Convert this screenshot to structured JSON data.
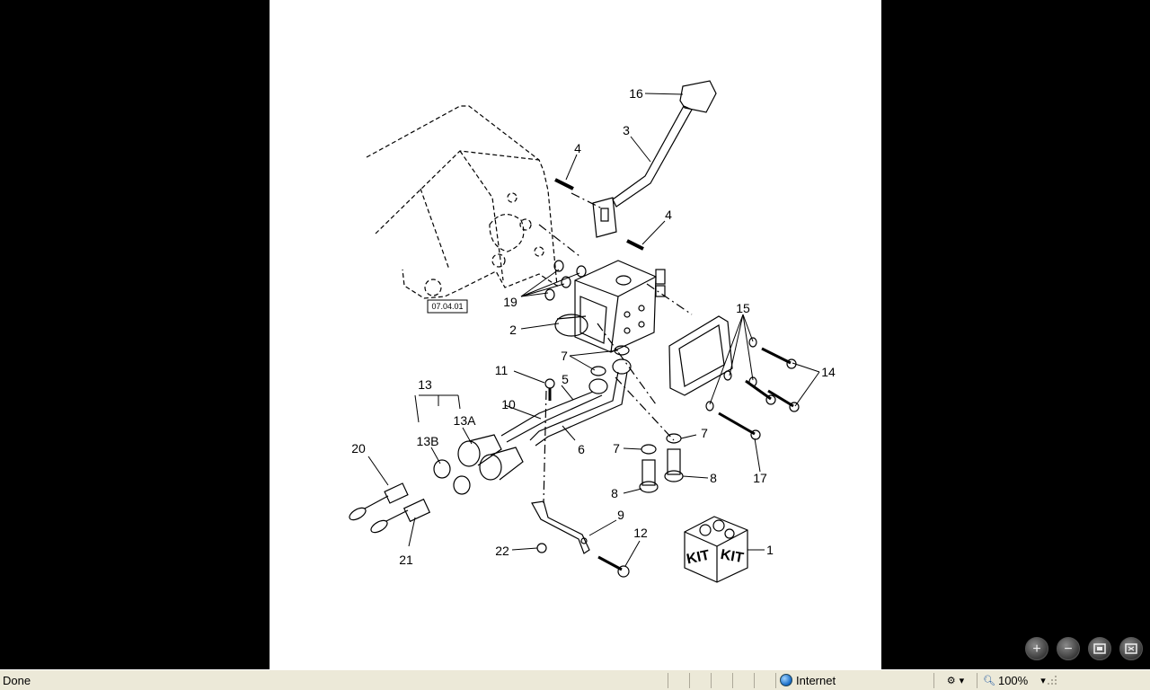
{
  "diagram": {
    "reference_box": "07.04.01",
    "callouts": {
      "c1": "1",
      "c2": "2",
      "c3": "3",
      "c4a": "4",
      "c4b": "4",
      "c5": "5",
      "c6": "6",
      "c7a": "7",
      "c7b": "7",
      "c7c": "7",
      "c8a": "8",
      "c8b": "8",
      "c9": "9",
      "c10": "10",
      "c11": "11",
      "c12": "12",
      "c13": "13",
      "c13a": "13A",
      "c13b": "13B",
      "c14": "14",
      "c15": "15",
      "c16": "16",
      "c17": "17",
      "c19": "19",
      "c20": "20",
      "c21": "21",
      "c22": "22"
    },
    "kit_label": "KIT"
  },
  "zoom_controls": {
    "zoom_in": "+",
    "zoom_out": "−"
  },
  "statusbar": {
    "status": "Done",
    "zone": "Internet",
    "zoom": "100%"
  }
}
